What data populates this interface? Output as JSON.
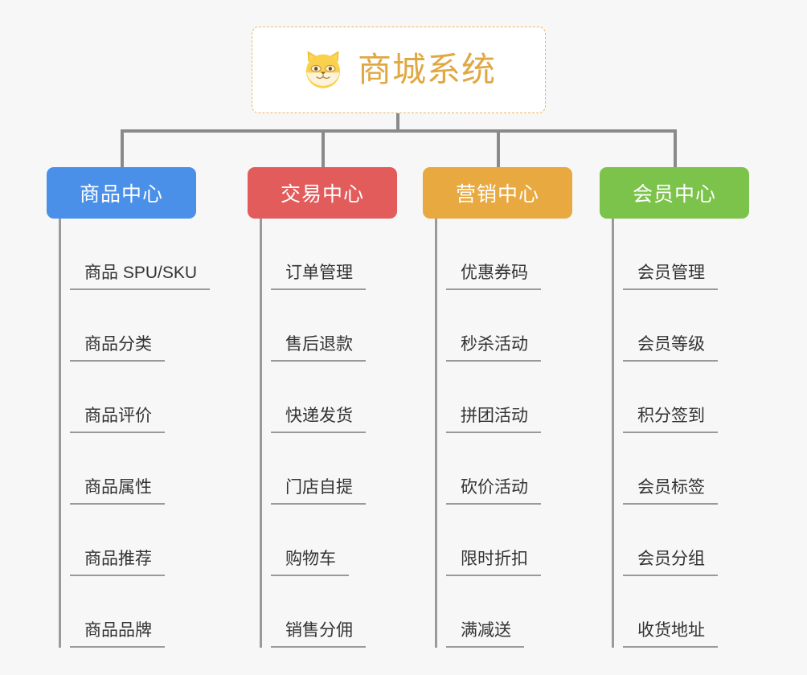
{
  "root": {
    "title": "商城系统",
    "icon": "shiba-dog-face-icon",
    "border_color": "#e8b760",
    "text_color": "#e0a843",
    "background": "#ffffff"
  },
  "canvas": {
    "background": "#f7f7f7",
    "connector_color": "#8a8a8a"
  },
  "columns": [
    {
      "title": "商品中心",
      "color": "#4a90e8",
      "items": [
        "商品 SPU/SKU",
        "商品分类",
        "商品评价",
        "商品属性",
        "商品推荐",
        "商品品牌"
      ]
    },
    {
      "title": "交易中心",
      "color": "#e25c5c",
      "items": [
        "订单管理",
        "售后退款",
        "快递发货",
        "门店自提",
        "购物车",
        "销售分佣"
      ]
    },
    {
      "title": "营销中心",
      "color": "#e8a940",
      "items": [
        "优惠券码",
        "秒杀活动",
        "拼团活动",
        "砍价活动",
        "限时折扣",
        "满减送"
      ]
    },
    {
      "title": "会员中心",
      "color": "#7bc34a",
      "items": [
        "会员管理",
        "会员等级",
        "积分签到",
        "会员标签",
        "会员分组",
        "收货地址"
      ]
    }
  ]
}
